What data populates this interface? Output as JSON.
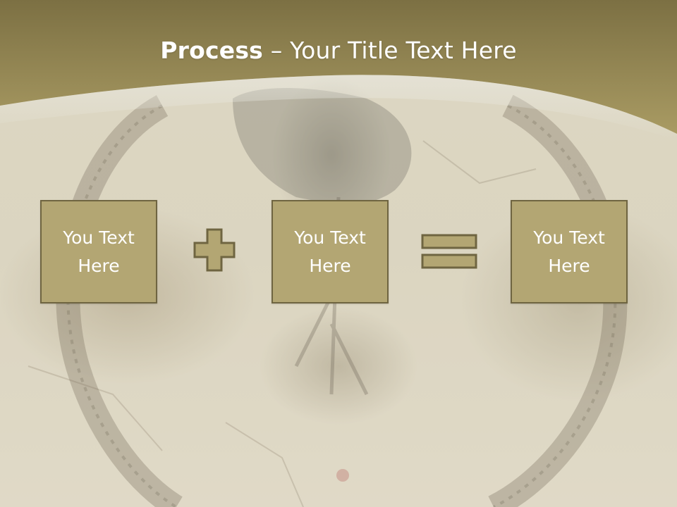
{
  "title": {
    "bold": "Process",
    "rest": " – Your Title Text Here"
  },
  "boxes": [
    {
      "label": "You Text\nHere"
    },
    {
      "label": "You Text\nHere"
    },
    {
      "label": "You Text\nHere"
    }
  ],
  "icons": {
    "operator_1": "plus-icon",
    "operator_2": "equals-icon"
  },
  "colors": {
    "header": "#9c8f5a",
    "box_fill": "#b3a673",
    "box_border": "#6f6541",
    "title_text": "#ffffff"
  }
}
